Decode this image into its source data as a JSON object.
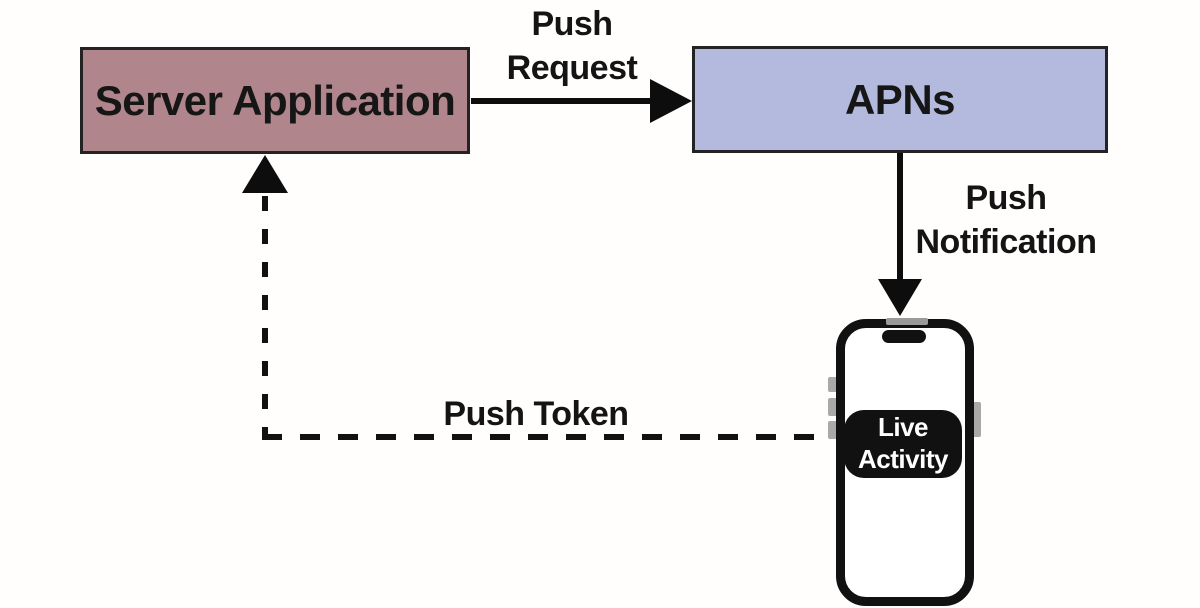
{
  "title": "APNs Live Activity push flow diagram",
  "colors": {
    "background": "#fffefd",
    "server_fill": "#b0858c",
    "apns_fill": "#b4badd",
    "box_border": "#232323",
    "arrow_black": "#0d0d0d",
    "phone_frame": "#111111",
    "side_button_gray": "#a9a9a9",
    "live_activity_fill": "#111111",
    "live_activity_text": "#ffffff"
  },
  "nodes": {
    "server": {
      "label": "Server Application"
    },
    "apns": {
      "label": "APNs"
    },
    "phone": {
      "live_activity_label": "Live Activity"
    }
  },
  "edges": {
    "push_request": {
      "label": "Push Request",
      "from": "server",
      "to": "apns",
      "style": "solid"
    },
    "push_notification": {
      "label": "Push Notification",
      "from": "apns",
      "to": "phone",
      "style": "solid"
    },
    "push_token": {
      "label": "Push Token",
      "from": "phone",
      "to": "server",
      "style": "dashed"
    }
  }
}
